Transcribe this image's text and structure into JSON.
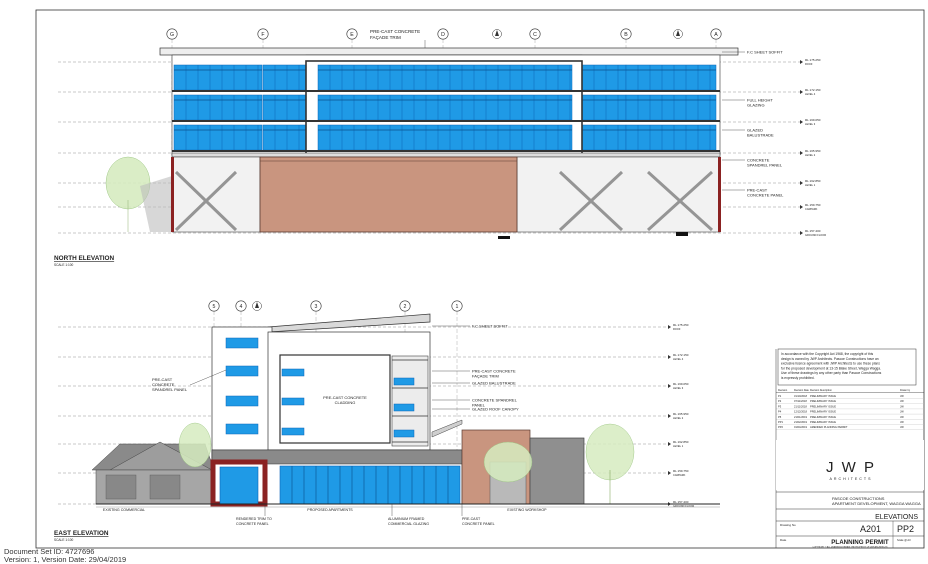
{
  "grid_north": [
    "G",
    "F",
    "E",
    "D",
    "C",
    "B",
    "A"
  ],
  "grid_east": [
    "5",
    "4",
    "3",
    "2",
    "1"
  ],
  "north": {
    "title": "NORTH ELEVATION",
    "scale": "SCALE 1:100",
    "top_note": [
      "PRE-CAST CONCRETE",
      "FAÇADE TRIM"
    ],
    "right_notes": [
      [
        "F.C SHEET SOFFIT"
      ],
      [
        "FULL HEIGHT",
        "GLAZING"
      ],
      [
        "GLAZED",
        "BALUSTRADE"
      ],
      [
        "CONCRETE",
        "SPANDREL PANEL"
      ],
      [
        "PRE-CAST",
        "CONCRETE PANEL"
      ]
    ],
    "levels": [
      {
        "rl": "RL 175.250",
        "name": "ROOF"
      },
      {
        "rl": "RL 172.150",
        "name": "LEVEL 4"
      },
      {
        "rl": "RL 169.050",
        "name": "LEVEL 3"
      },
      {
        "rl": "RL 165.950",
        "name": "LEVEL 2"
      },
      {
        "rl": "RL 162.850",
        "name": "LEVEL 1"
      },
      {
        "rl": "RL 159.750",
        "name": "CARPARK"
      },
      {
        "rl": "RL 157.400",
        "name": "GROUND FLOOR"
      }
    ]
  },
  "east": {
    "title": "EAST ELEVATION",
    "scale": "SCALE 1:100",
    "notes_right": [
      [
        "F.C SHEET SOFFIT"
      ],
      [
        "PRE-CAST CONCRETE",
        "FAÇADE TRIM"
      ],
      [
        "GLAZED BALUSTRADE"
      ],
      [
        "CONCRETE SPANDREL",
        "PANEL"
      ],
      [
        "GLAZED ROOF CANOPY"
      ]
    ],
    "note_left": [
      "PRE-CAST",
      "CONCRETE",
      "SPANDREL PANEL"
    ],
    "note_center": [
      "PRE-CAST CONCRETE",
      "CLADDING"
    ],
    "ground_labels": [
      "EXISTING COMMERCIAL",
      "PROPOSED APARTMENTS",
      "EXISTING WORKSHOP"
    ],
    "bottom_notes": [
      [
        "RENDERED TRIM TO",
        "CONCRETE PANEL"
      ],
      [
        "ALUMINIUM FRAMED",
        "COMMERCIAL GLAZING"
      ],
      [
        "PRE-CAST",
        "CONCRETE PANEL"
      ]
    ],
    "levels": [
      {
        "rl": "RL 175.250",
        "name": "ROOF"
      },
      {
        "rl": "RL 172.150",
        "name": "LEVEL 4"
      },
      {
        "rl": "RL 169.050",
        "name": "LEVEL 3"
      },
      {
        "rl": "RL 165.950",
        "name": "LEVEL 2"
      },
      {
        "rl": "RL 162.850",
        "name": "LEVEL 1"
      },
      {
        "rl": "RL 159.750",
        "name": "CARPARK"
      },
      {
        "rl": "RL 157.400",
        "name": "GROUND FLOOR"
      }
    ]
  },
  "copyright": [
    "In accordance with the Copyright Act 1968, the copyright of this",
    "design is owned by JWP Architects. Pascoe Constructions have an",
    "exclusive licence agreement with JWP Architects to use these plans",
    "for the proposed development at 13-15 Blake Street, Wagga Wagga.",
    "Use of these drawings by any other party than Pascoe Constructions",
    "is expressly prohibited."
  ],
  "revisions": {
    "header": [
      "Revision",
      "Revision Date",
      "Revision Description",
      "Drawn by"
    ],
    "rows": [
      [
        "P1",
        "31/10/2018",
        "PRELIMINARY ISSUE",
        "JW"
      ],
      [
        "P2",
        "07/11/2018",
        "PRELIMINARY ISSUE",
        "JW"
      ],
      [
        "P3",
        "21/11/2018",
        "PRELIMINARY ISSUE",
        "JW"
      ],
      [
        "P4",
        "12/12/2018",
        "PRELIMINARY ISSUE",
        "JW"
      ],
      [
        "P5",
        "21/01/2019",
        "PRELIMINARY ISSUE",
        "JW"
      ],
      [
        "PP1",
        "21/02/2019",
        "PRELIMINARY ISSUE",
        "JW"
      ],
      [
        "PP2",
        "01/04/2019",
        "AMENDED PLANNING PERMIT",
        "JW"
      ]
    ]
  },
  "logo": {
    "name": "J W P",
    "sub": "ARCHITECTS"
  },
  "client": "PASCOE CONSTRUCTIONS",
  "project": "APARTMENT DEVELOPMENT, WAGGA WAGGA",
  "sheet_title": "ELEVATIONS",
  "drawing_no": "A201",
  "revision": "PP2",
  "status": "PLANNING PERMIT",
  "labels": {
    "drawing_no": "Drawing No",
    "rev": "Rev",
    "date": "Date",
    "scale": "Scale @ A3"
  },
  "footer_note": "COPYRIGHT © ALL DRAWINGS REMAIN THE PROPERTY OF JWP ARCHITECTS",
  "doc_stamp": [
    "Document Set ID: 4727696",
    "Version: 1, Version Date: 29/04/2019"
  ],
  "colors": {
    "glass": "#1f9ae6",
    "glass_dark": "#0d66b8",
    "brick": "#c9957f",
    "shadow": "#4b4b4b"
  }
}
